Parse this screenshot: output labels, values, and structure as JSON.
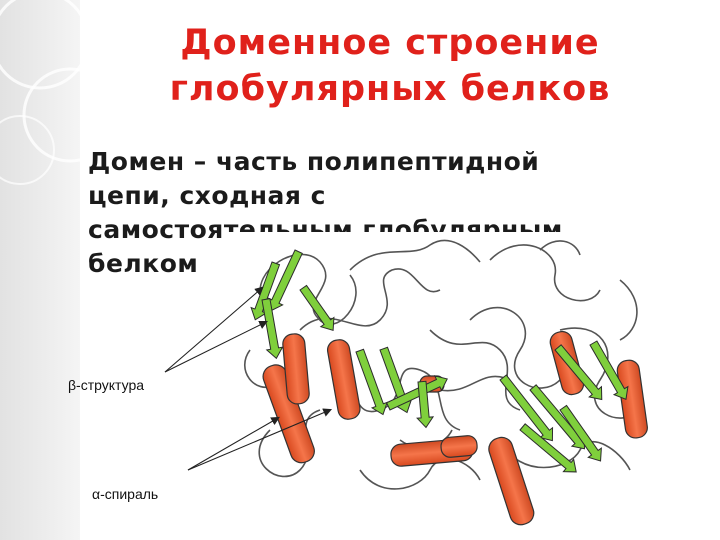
{
  "slide": {
    "title_line1": "Доменное строение",
    "title_line2": "глобулярных белков",
    "body_line1": "Домен – часть полипептидной",
    "body_line2": "цепи, сходная с",
    "body_line3": "самостоятельным глобулярным",
    "body_line4": "белком"
  },
  "diagram": {
    "labels": {
      "beta": "β-структура",
      "alpha": "α-спираль"
    },
    "colors": {
      "title": "#e0211b",
      "alpha_helix": "#f26a3c",
      "beta_strand": "#7fcf3c",
      "coil": "#555555",
      "beta_arrow": "#2fbf2a",
      "alpha_arrow": "#e8531c"
    }
  }
}
